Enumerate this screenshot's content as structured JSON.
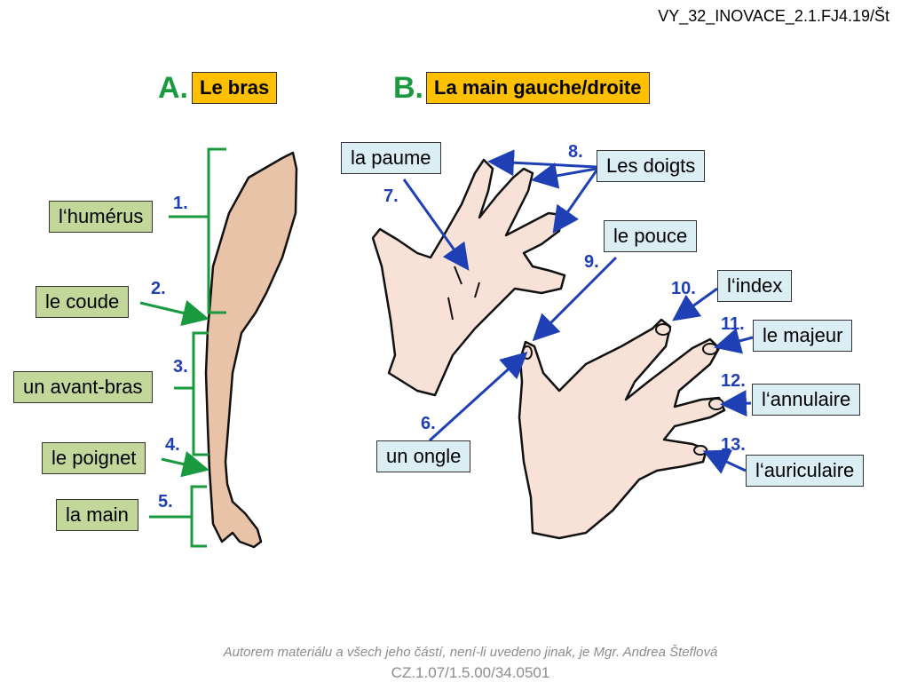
{
  "code": "VY_32_INOVACE_2.1.FJ4.19/Št",
  "section_a": {
    "letter": "A.",
    "title": "Le bras"
  },
  "section_b": {
    "letter": "B.",
    "title": "La main gauche/droite"
  },
  "arm_labels": [
    {
      "num": "1.",
      "text": "l‘humérus"
    },
    {
      "num": "2.",
      "text": "le coude"
    },
    {
      "num": "3.",
      "text": "un avant-bras"
    },
    {
      "num": "4.",
      "text": "le poignet"
    },
    {
      "num": "5.",
      "text": "la main"
    }
  ],
  "hand_labels": [
    {
      "num": "6.",
      "text": "un ongle"
    },
    {
      "num": "7.",
      "text": "la paume"
    },
    {
      "num": "8.",
      "text": "Les doigts"
    },
    {
      "num": "9.",
      "text": "le pouce"
    },
    {
      "num": "10.",
      "text": "l‘index"
    },
    {
      "num": "11.",
      "text": "le majeur"
    },
    {
      "num": "12.",
      "text": "l‘annulaire"
    },
    {
      "num": "13.",
      "text": "l‘auriculaire"
    }
  ],
  "footer": {
    "author": "Autorem materiálu a všech jeho částí, není-li uvedeno jinak, je Mgr. Andrea Šteflová",
    "project": "CZ.1.07/1.5.00/34.0501"
  },
  "colors": {
    "green": "#1a9a3f",
    "blue": "#1f3fb4",
    "title_bg": "#ffc000",
    "label_green": "#c4d79b",
    "label_blue": "#dbeef4",
    "skin_arm": "#e8c3a8",
    "skin_hand": "#f8e1d6"
  }
}
